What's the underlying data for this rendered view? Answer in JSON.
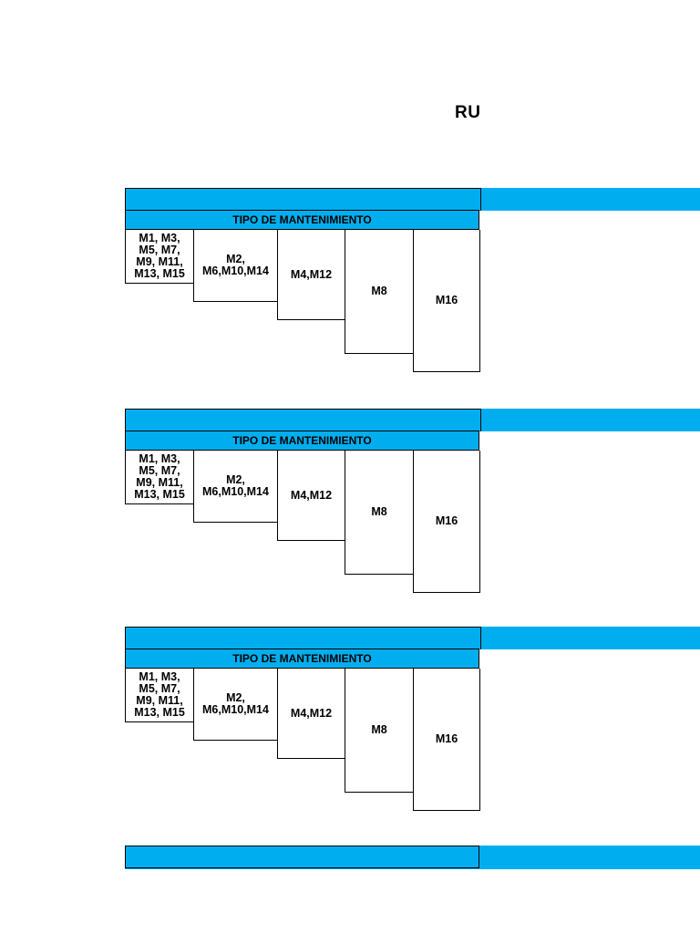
{
  "title": "RU",
  "blocks": [
    {
      "header": "TIPO DE MANTENIMIENTO",
      "columns": [
        "M1, M3, M5, M7, M9, M11, M13, M15",
        "M2, M6,M10,M14",
        "M4,M12",
        "M8",
        "M16"
      ],
      "col1_lines": [
        "M1, M3,",
        "M5, M7,",
        "M9, M11,",
        "M13, M15"
      ],
      "col2_lines": [
        "M2,",
        "M6,M10,M14"
      ]
    },
    {
      "header": "TIPO DE MANTENIMIENTO",
      "columns": [
        "M1, M3, M5, M7, M9, M11, M13, M15",
        "M2, M6,M10,M14",
        "M4,M12",
        "M8",
        "M16"
      ],
      "col1_lines": [
        "M1, M3,",
        "M5, M7,",
        "M9, M11,",
        "M13, M15"
      ],
      "col2_lines": [
        "M2,",
        "M6,M10,M14"
      ]
    },
    {
      "header": "TIPO DE MANTENIMIENTO",
      "columns": [
        "M1, M3, M5, M7, M9, M11, M13, M15",
        "M2, M6,M10,M14",
        "M4,M12",
        "M8",
        "M16"
      ],
      "col1_lines": [
        "M1, M3,",
        "M5, M7,",
        "M9, M11,",
        "M13, M15"
      ],
      "col2_lines": [
        "M2,",
        "M6,M10,M14"
      ]
    }
  ],
  "colors": {
    "header_band": "#00aeef",
    "border": "#000000"
  }
}
